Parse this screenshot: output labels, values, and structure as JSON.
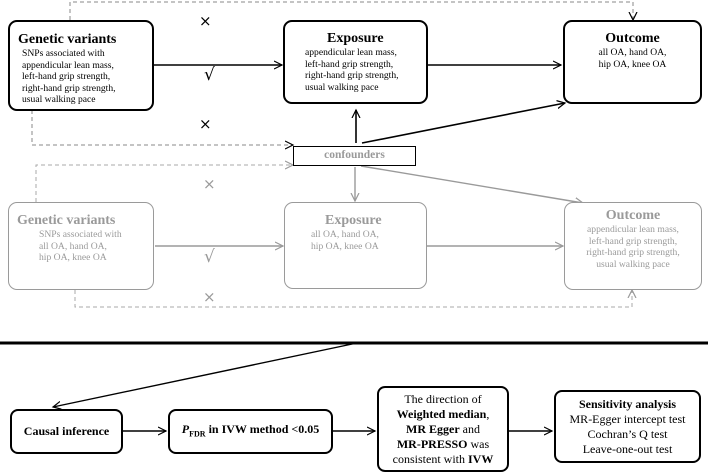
{
  "top": {
    "genetic": {
      "title": "Genetic variants",
      "lines": [
        "SNPs associated with",
        "appendicular lean mass,",
        "left-hand grip strength,",
        "right-hand grip strength,",
        "usual walking pace"
      ]
    },
    "exposure": {
      "title": "Exposure",
      "lines": [
        "appendicular lean mass,",
        "left-hand grip strength,",
        "right-hand grip strength,",
        "usual walking pace"
      ]
    },
    "outcome": {
      "title": "Outcome",
      "lines": [
        "all OA, hand OA,",
        "hip OA, knee OA"
      ]
    }
  },
  "confounders": "confounders",
  "bottom": {
    "genetic": {
      "title": "Genetic variants",
      "lines": [
        "SNPs associated with",
        "all OA, hand OA,",
        "hip OA, knee OA"
      ]
    },
    "exposure": {
      "title": "Exposure",
      "lines": [
        "all OA, hand OA,",
        "hip OA, knee OA"
      ]
    },
    "outcome": {
      "title": "Outcome",
      "lines": [
        "appendicular lean mass,",
        "left-hand grip strength,",
        "right-hand grip strength,",
        "usual walking pace"
      ]
    }
  },
  "marks": {
    "cross": "×",
    "check": "√"
  },
  "flow": {
    "causal": "Causal inference",
    "pfdr": {
      "p": "P",
      "sub": "FDR",
      "rest": " in IVW method <0.05"
    },
    "direction": {
      "l1": "The direction of",
      "weighted": "Weighted median",
      "comma": ",",
      "egger": "MR Egger",
      "and": " and",
      "presso": "MR-PRESSO",
      "was": " was",
      "consistent": "consistent with ",
      "ivw": "IVW"
    },
    "sensitivity": {
      "title": "Sensitivity analysis",
      "lines": [
        "MR-Egger intercept test",
        "Cochran’s Q test",
        "Leave-one-out test"
      ]
    }
  },
  "colors": {
    "dark": "#000000",
    "light": "#9a9a9a"
  }
}
